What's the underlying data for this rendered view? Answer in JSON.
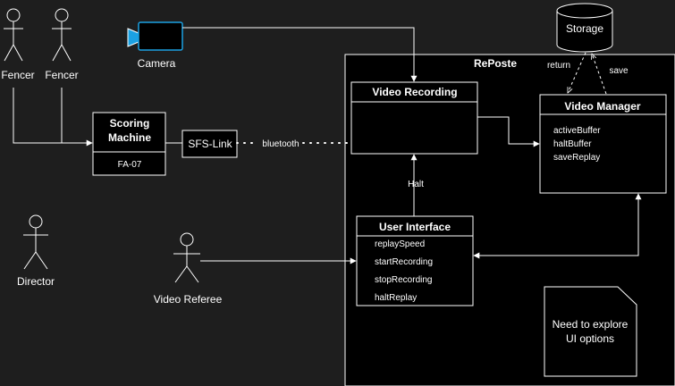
{
  "actors": {
    "fencer_1": "Fencer",
    "fencer_2": "Fencer",
    "director": "Director",
    "video_referee": "Video Referee"
  },
  "camera": {
    "label": "Camera"
  },
  "storage": {
    "label": "Storage"
  },
  "container": {
    "title": "RePoste"
  },
  "scoring_machine": {
    "title_line1": "Scoring",
    "title_line2": "Machine",
    "model": "FA-07"
  },
  "sfs_link": {
    "label": "SFS-Link"
  },
  "connections": {
    "bluetooth": "bluetooth",
    "halt": "Halt",
    "return": "return",
    "save": "save"
  },
  "video_recording": {
    "title": "Video Recording"
  },
  "video_manager": {
    "title": "Video Manager",
    "items": [
      "activeBuffer",
      "haltBuffer",
      "saveReplay"
    ]
  },
  "user_interface": {
    "title": "User Interface",
    "items": [
      "replaySpeed",
      "startRecording",
      "stopRecording",
      "haltReplay"
    ]
  },
  "note": {
    "line1": "Need to explore",
    "line2": "UI options"
  },
  "colors": {
    "background": "#1e1e1e",
    "camera_fill": "#1ba1e2"
  }
}
